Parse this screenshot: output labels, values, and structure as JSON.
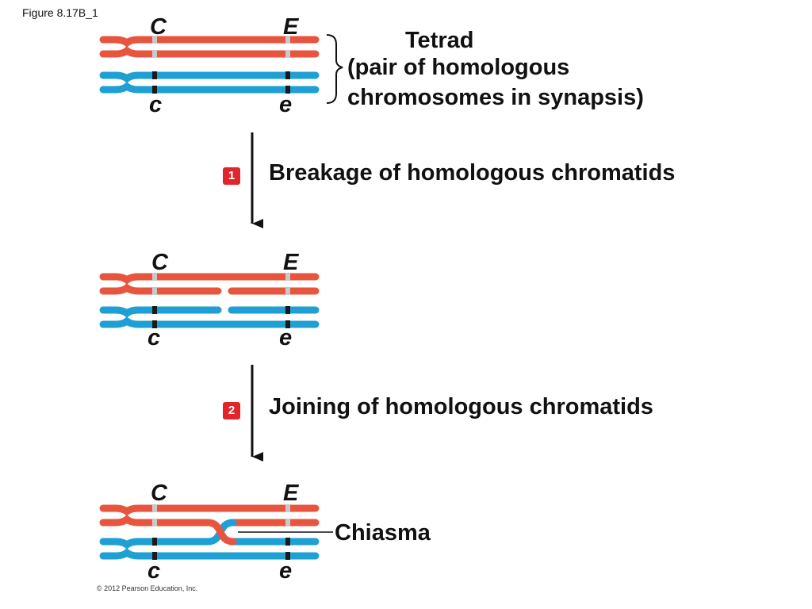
{
  "figure_label": "Figure 8.17B_1",
  "gene_labels": {
    "upper_left": "C",
    "upper_right": "E",
    "lower_left": "c",
    "lower_right": "e"
  },
  "tetrad": {
    "title": "Tetrad",
    "line1": "(pair of homologous",
    "line2": "chromosomes in synapsis)"
  },
  "steps": [
    {
      "number": "1",
      "label": "Breakage of homologous chromatids"
    },
    {
      "number": "2",
      "label": "Joining of homologous chromatids"
    }
  ],
  "chiasma_label": "Chiasma",
  "copyright": "© 2012 Pearson Education, Inc.",
  "colors": {
    "red_chromatid": "#e8553f",
    "red_outline": "#b83a28",
    "blue_chromatid": "#1ea0d5",
    "blue_outline": "#17739c",
    "band_light": "#c9c9c9",
    "band_dark": "#1b1b1b",
    "badge": "#e0262b"
  }
}
